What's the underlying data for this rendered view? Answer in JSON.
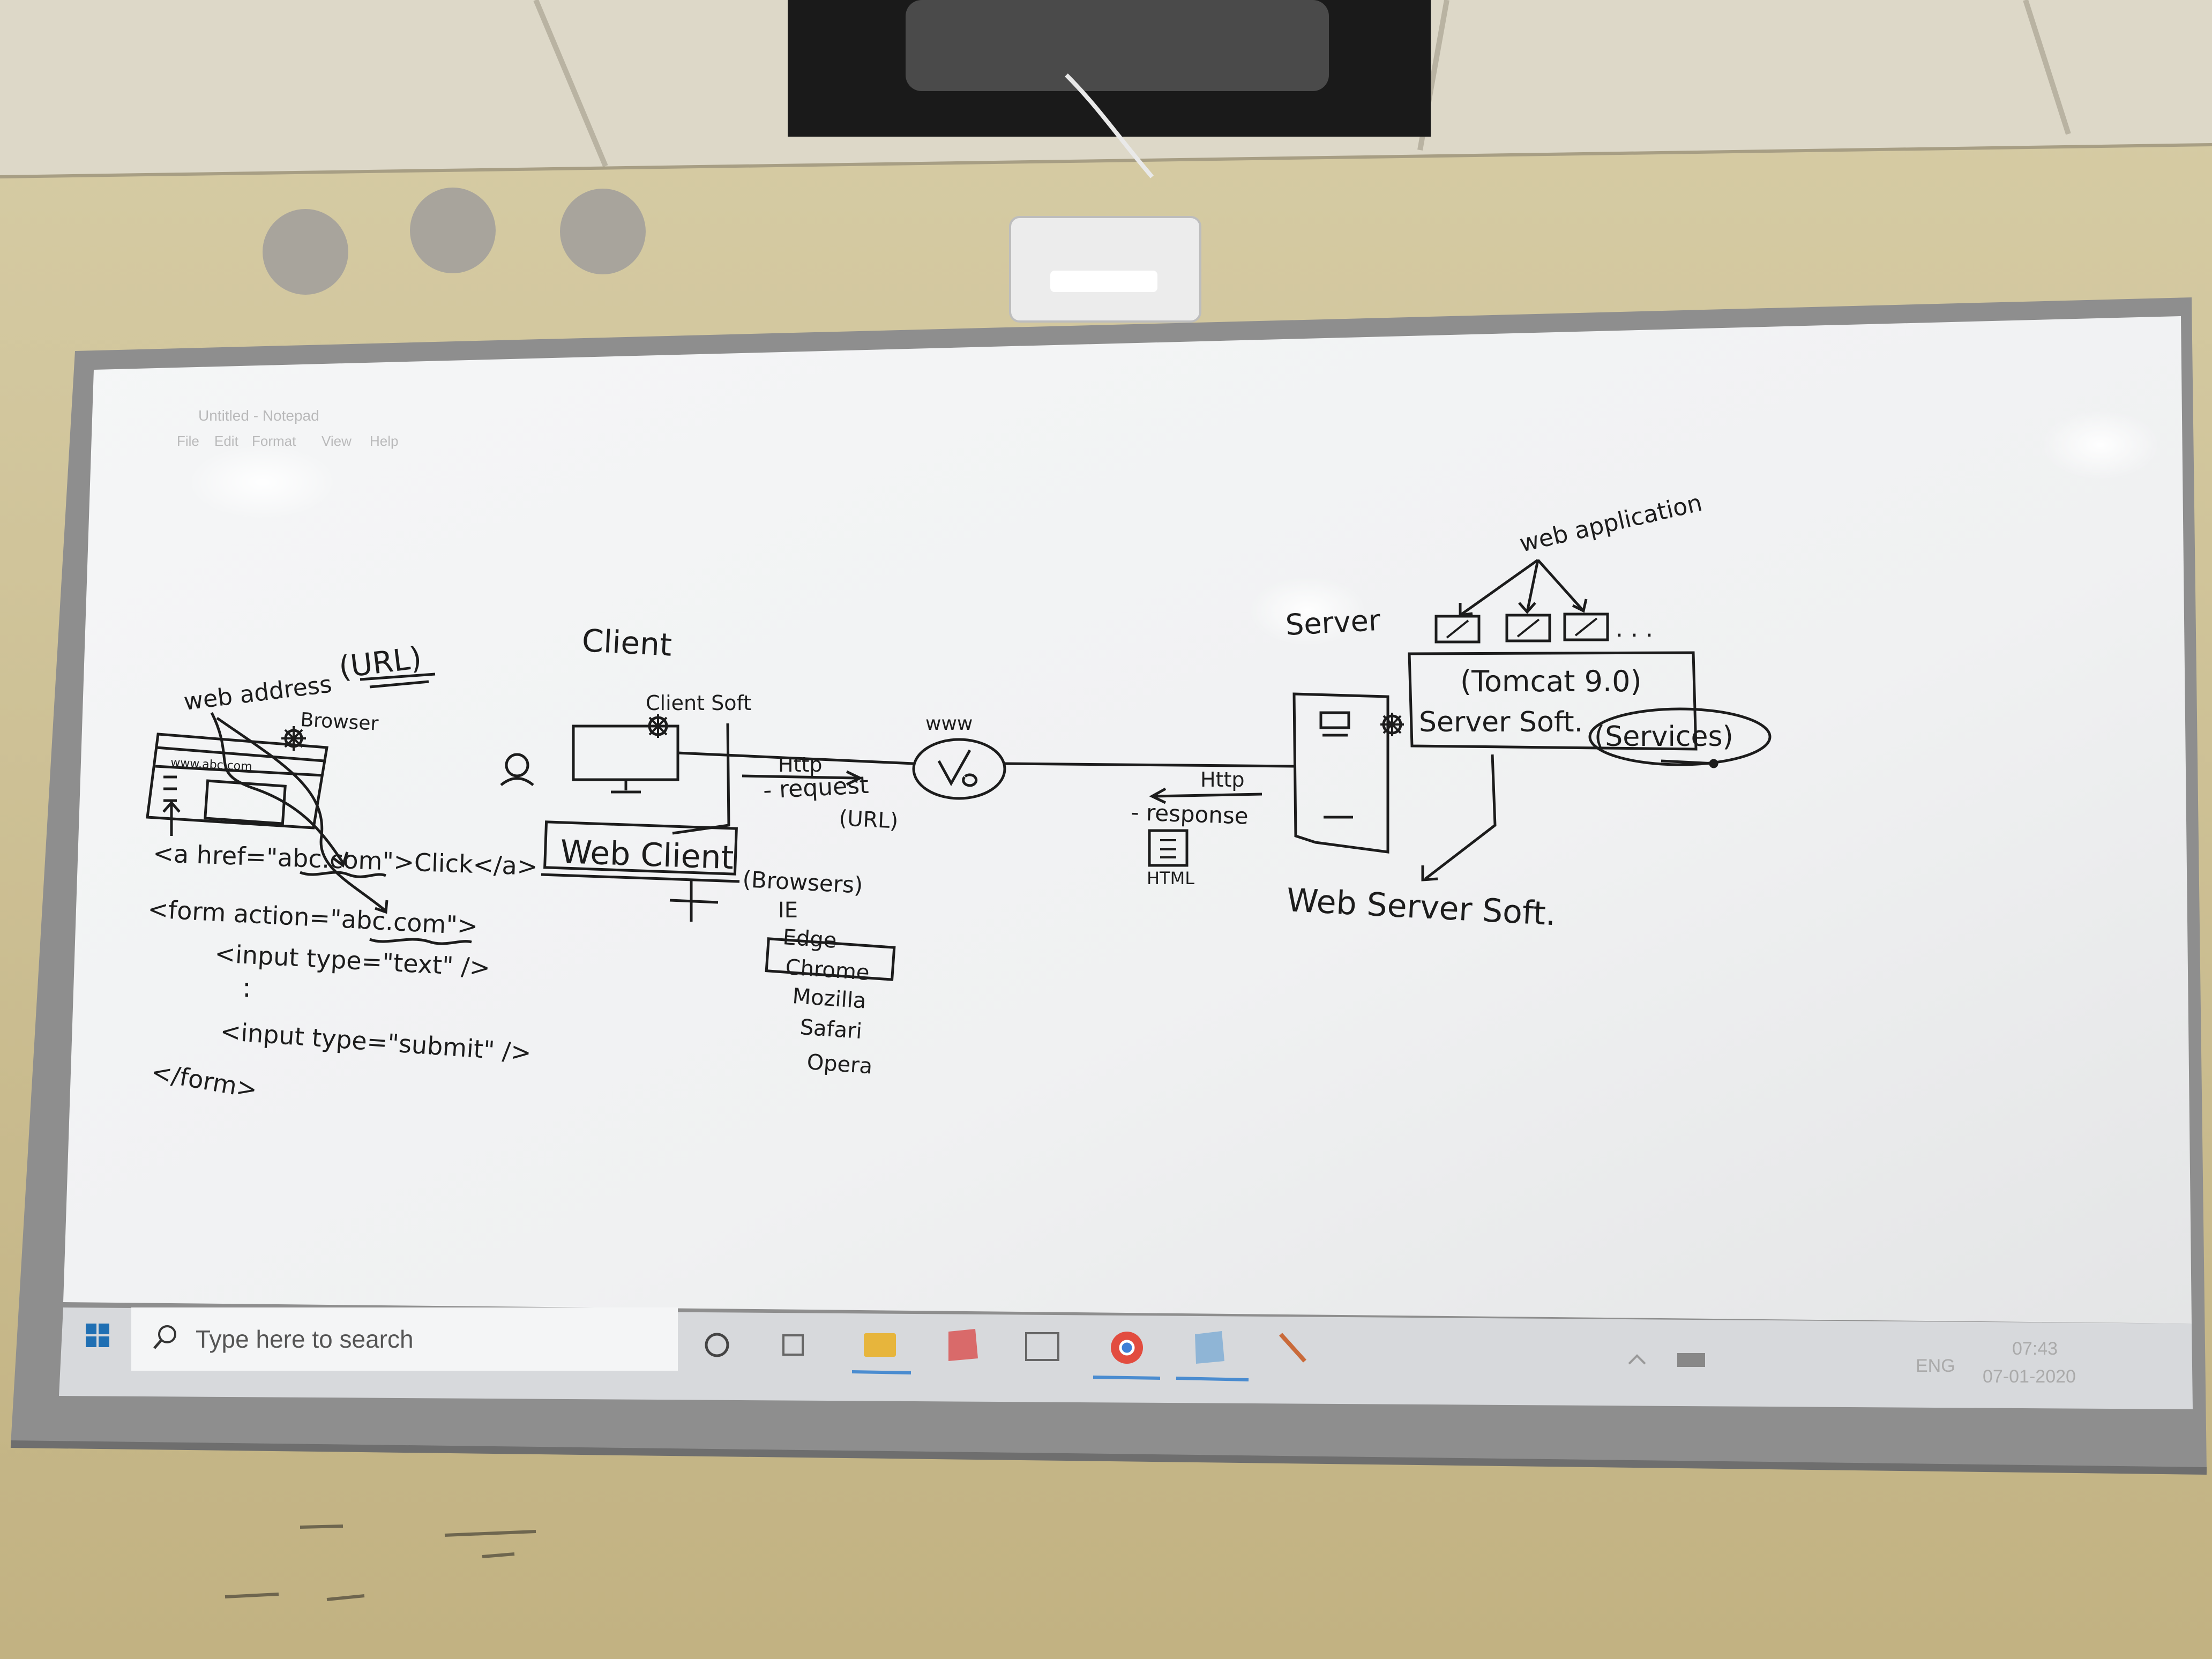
{
  "notepad": {
    "title": "Untitled - Notepad",
    "menu": [
      "File",
      "Edit",
      "Format",
      "View",
      "Help"
    ]
  },
  "whiteboard": {
    "url_section": {
      "web_address": "web address",
      "url": "(URL)",
      "browser": "Browser",
      "address_bar": "www.abc.com",
      "anchor_code": "<a  href=\"abc.com\">Click</a>",
      "form_open": "<form  action=\"abc.com\">",
      "input_text": "<input  type=\"text\" />",
      "ellipsis": ":",
      "input_submit": "<input  type=\"submit\" />",
      "form_close": "</form>"
    },
    "client": {
      "heading": "Client",
      "client_soft": "Client Soft",
      "web_client": "Web Client",
      "browsers_label": "(Browsers)",
      "browsers": [
        "IE",
        "Edge",
        "Chrome",
        "Mozilla",
        "Safari",
        "Opera"
      ],
      "boxed_browser": "Chrome"
    },
    "network": {
      "www": "www",
      "http_request": "Http",
      "request": "- request",
      "request_url": "(URL)",
      "http_response": "Http",
      "response": "- response",
      "html": "HTML"
    },
    "server": {
      "heading": "Server",
      "web_application": "web application",
      "dots": ". . .",
      "tomcat": "(Tomcat 9.0)",
      "server_soft": "Server Soft.",
      "services": "(Services)",
      "web_server_soft": "Web Server Soft."
    }
  },
  "taskbar": {
    "search_placeholder": "Type here to search",
    "language": "ENG",
    "time": "07:43",
    "date": "07-01-2020"
  },
  "colors": {
    "wall": "#cdbf93",
    "ceiling": "#ddd8c8",
    "board_frame": "#8c8c8c",
    "board_surface": "#f2f3f4",
    "ink": "#1c1c1c",
    "taskbar": "#d7d9dc"
  }
}
